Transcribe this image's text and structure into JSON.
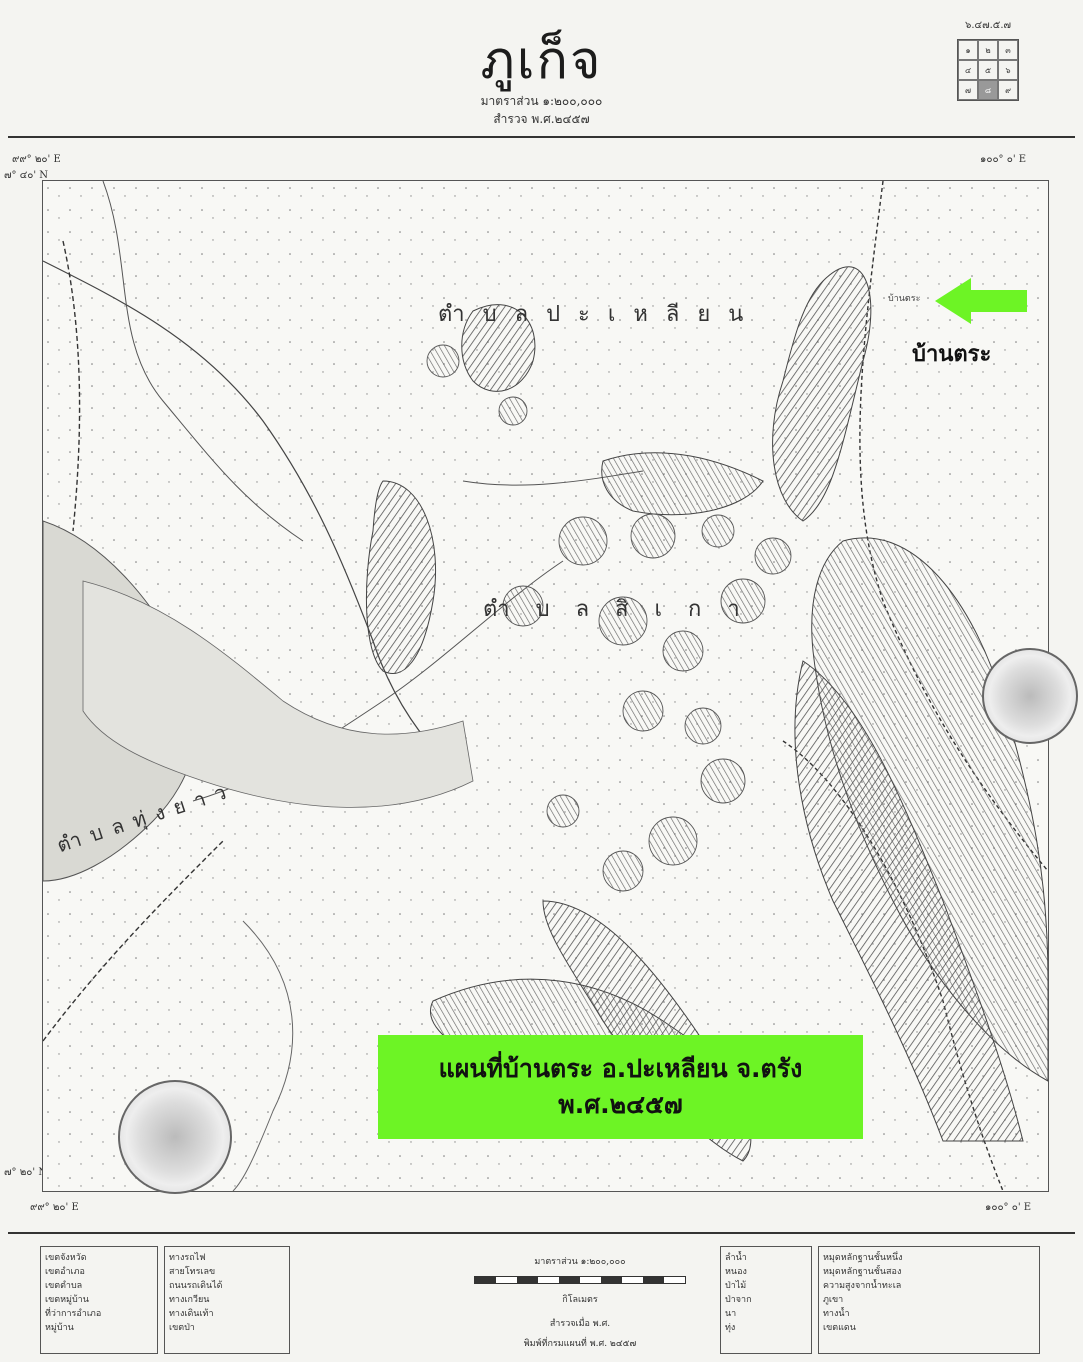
{
  "header": {
    "title": "ภูเก็จ",
    "scale_text": "มาตราส่วน ๑:๒๐๐,๐๐๐",
    "survey_text": "สำรวจ พ.ศ.๒๔๕๗",
    "sheet_number": "๖.๔๗.๕.๗",
    "sheet_index": [
      "๑",
      "๒",
      "๓",
      "๔",
      "๕",
      "๖",
      "๗",
      "๘",
      "๙"
    ]
  },
  "map": {
    "coordinates": {
      "top_left": "๙๙° ๒๐' E",
      "top_right": "๑๐๐° ๐' E",
      "bottom_left": "๙๙° ๒๐' E",
      "bottom_right": "๑๐๐° ๐' E",
      "left_top": "๗° ๔๐' N",
      "left_bottom": "๗° ๒๐' N"
    },
    "place_labels": [
      "ตำบลปะเหลียน",
      "ตำบลสิเกา",
      "ตำบลทุ่งยาว",
      "บ้านตระ"
    ]
  },
  "annotation": {
    "arrow_color": "#6df425",
    "arrow_label": "บ้านตระ",
    "caption_line1": "แผนที่บ้านตระ อ.ปะเหลียน จ.ตรัง",
    "caption_line2": "พ.ศ.๒๔๕๗",
    "caption_color": "#6df425"
  },
  "legend": {
    "box1": [
      "เขตจังหวัด",
      "เขตอำเภอ",
      "เขตตำบล",
      "เขตหมู่บ้าน",
      "ที่ว่าการอำเภอ",
      "หมู่บ้าน"
    ],
    "box2": [
      "ทางรถไฟ",
      "สายโทรเลข",
      "ถนนรถเดินได้",
      "ทางเกวียน",
      "ทางเดินเท้า",
      "เขตป่า"
    ],
    "scale_title": "มาตราส่วน ๑:๒๐๐,๐๐๐",
    "scale_unit": "กิโลเมตร",
    "surveyed": "สำรวจเมื่อ พ.ศ.",
    "printed": "พิมพ์ที่กรมแผนที่ พ.ศ. ๒๔๕๗",
    "box3": [
      "ลำน้ำ",
      "หนอง",
      "ป่าไม้",
      "ป่าจาก",
      "นา",
      "ทุ่ง"
    ],
    "box4": [
      "หมุดหลักฐานชั้นหนึ่ง",
      "หมุดหลักฐานชั้นสอง",
      "ความสูงจากน้ำทะเล",
      "ภูเขา",
      "ทางน้ำ",
      "เขตแดน"
    ]
  }
}
